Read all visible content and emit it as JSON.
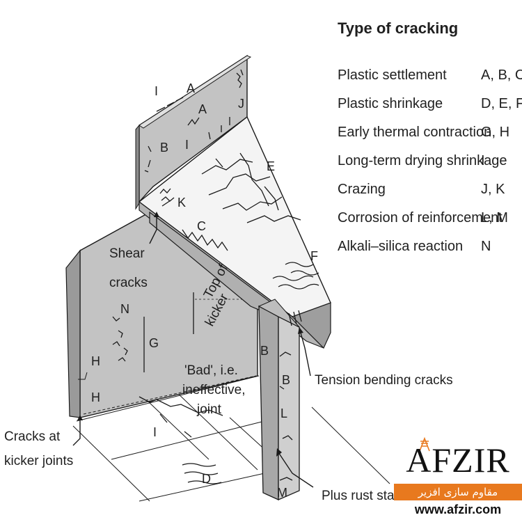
{
  "legend": {
    "title": "Type of cracking",
    "items": [
      {
        "type": "Plastic settlement",
        "codes": "A, B, C"
      },
      {
        "type": "Plastic shrinkage",
        "codes": "D, E, F"
      },
      {
        "type": "Early thermal contraction",
        "codes": "G, H"
      },
      {
        "type": "Long-term drying shrinkage",
        "codes": "I"
      },
      {
        "type": "Crazing",
        "codes": "J, K"
      },
      {
        "type": "Corrosion of reinforcement",
        "codes": "L, M"
      },
      {
        "type": "Alkali–silica reaction",
        "codes": "N"
      }
    ]
  },
  "labels": {
    "shear_line1": "Shear",
    "shear_line2": "cracks",
    "kicker_top_line1": "Top of",
    "kicker_top_line2": "kicker",
    "bad_line1": "'Bad', i.e.",
    "bad_line2": "ineffective,",
    "bad_line3": "joint",
    "tension": "Tension bending cracks",
    "kicker_joints_line1": "Cracks at",
    "kicker_joints_line2": "kicker  joints",
    "rust": "Plus rust stains"
  },
  "letters": {
    "I_top": "I",
    "A_top": "A",
    "A_mid": "A",
    "J": "J",
    "B_wall": "B",
    "I_wall": "I",
    "K": "K",
    "E": "E",
    "C": "C",
    "F": "F",
    "N": "N",
    "G": "G",
    "H_upper": "H",
    "H_lower": "H",
    "B_col1": "B",
    "B_col2": "B",
    "L": "L",
    "M": "M",
    "I_floor": "I",
    "D": "D"
  },
  "logo": {
    "word": "AFZIR",
    "tagline": "مقاوم سازی افزیر",
    "url": "www.afzir.com",
    "band_color": "#e8791e"
  },
  "colors": {
    "concrete": "#c3c3c3",
    "concrete_light": "#f2f2f2",
    "ink": "#1a1a1a"
  }
}
